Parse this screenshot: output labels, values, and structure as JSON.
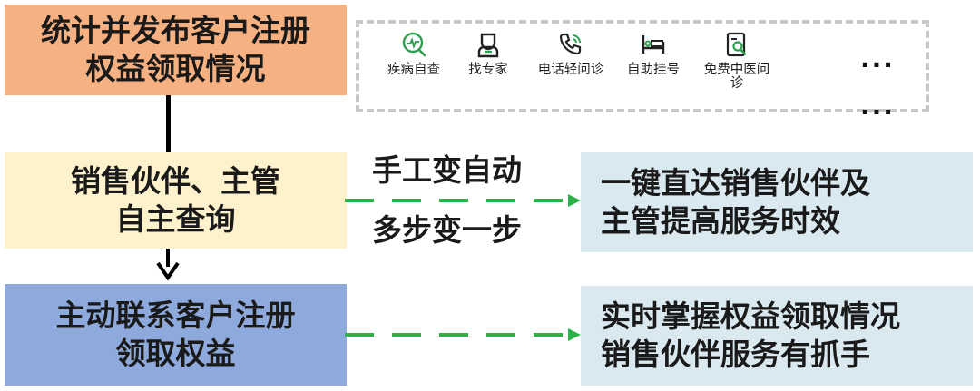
{
  "boxes": {
    "publish": "统计并发布客户注册\n权益领取情况",
    "self_query": "销售伙伴、主管\n自主查询",
    "contact": "主动联系客户注册\n领取权益",
    "benefit_top": "一键直达销售伙伴及\n主管提高服务时效",
    "benefit_bottom": "实时掌握权益领取情况\n销售伙伴服务有抓手"
  },
  "labels": {
    "manual_to_auto": "手工变自动",
    "multi_to_one": "多步变一步"
  },
  "toolbar": {
    "items": [
      {
        "label": "疾病自查",
        "icon": "stethoscope-icon"
      },
      {
        "label": "找专家",
        "icon": "doctor-icon"
      },
      {
        "label": "电话轻问诊",
        "icon": "phone-icon"
      },
      {
        "label": "自助挂号",
        "icon": "bed-icon"
      },
      {
        "label": "免费中医问\n诊",
        "icon": "tcm-search-icon"
      }
    ],
    "more": "..."
  },
  "colors": {
    "orange": "#f6b183",
    "cream": "#fef2cc",
    "blue": "#8eaadc",
    "light_blue": "#dae9f0",
    "icon_green": "#2e9e4f",
    "dash_green": "#2bb34a"
  }
}
